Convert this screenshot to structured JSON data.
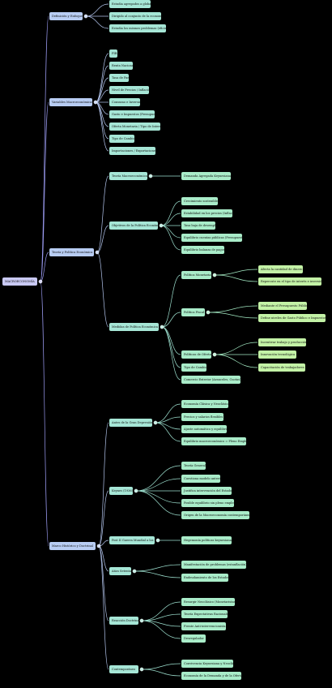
{
  "root": {
    "label": "MACROECONOMÍA",
    "children": [
      {
        "label": "Definición y Enfoque",
        "children": [
          {
            "label": "Estudia agregados a global"
          },
          {
            "label": "Dirigido al conjunto de la economía"
          },
          {
            "label": "Estudia los mismos problemas (eficiencia)"
          }
        ]
      },
      {
        "label": "Variables Macroeconómicas",
        "children": [
          {
            "label": "PIB"
          },
          {
            "label": "Renta Nacional"
          },
          {
            "label": "Tasa de Paro"
          },
          {
            "label": "Nivel de Precios / Inflación"
          },
          {
            "label": "Consumo e Inversión"
          },
          {
            "label": "Gasto e Impuestos (Presupuesto)"
          },
          {
            "label": "Oferta Monetaria / Tipo de Interés"
          },
          {
            "label": "Tipo de Cambio"
          },
          {
            "label": "Importaciones / Exportaciones"
          }
        ]
      },
      {
        "label": "Teoría y Política Económica",
        "children": [
          {
            "label": "Teoría Macroeconómica",
            "children": [
              {
                "label": "Demanda Agregada Keynesiana"
              }
            ]
          },
          {
            "label": "Objetivos de la Política Económica",
            "children": [
              {
                "label": "Crecimiento sostenible"
              },
              {
                "label": "Estabilidad en los precios (Inflación)"
              },
              {
                "label": "Tasa baja de desempleo"
              },
              {
                "label": "Equilibrio cuentas públicas (Presupuesto)"
              },
              {
                "label": "Equilibrio balanza de pagos"
              }
            ]
          },
          {
            "label": "Medidas de Política Económica",
            "children": [
              {
                "label": "Política Monetaria",
                "children": [
                  {
                    "label": "Afecta la cantidad de dinero"
                  },
                  {
                    "label": "Repercute en el tipo de interés e inversión"
                  }
                ]
              },
              {
                "label": "Política Fiscal",
                "children": [
                  {
                    "label": "Mediante el Presupuesto Público"
                  },
                  {
                    "label": "Define niveles de Gasto Público e Impuestos"
                  }
                ]
              },
              {
                "label": "Políticas de Oferta",
                "children": [
                  {
                    "label": "Incentivar trabajo y producción"
                  },
                  {
                    "label": "Innovación tecnológica"
                  },
                  {
                    "label": "Capacitación de trabajadores"
                  }
                ]
              },
              {
                "label": "Tipo de Cambio"
              },
              {
                "label": "Comercio Exterior (Aranceles, Cuotas)"
              }
            ]
          }
        ]
      },
      {
        "label": "Marco Histórico y Doctrinal",
        "children": [
          {
            "label": "Antes de la Gran Depresión",
            "children": [
              {
                "label": "Economía Clásica y Neoclásica"
              },
              {
                "label": "Precios y salarios flexibles"
              },
              {
                "label": "Ajuste automático y equilibrio"
              },
              {
                "label": "Equilibrio macroeconómico = Pleno Empleo"
              }
            ]
          },
          {
            "label": "Keynes (1936)",
            "children": [
              {
                "label": "Teoría General"
              },
              {
                "label": "Cuestiona modelo anterior"
              },
              {
                "label": "Justifica intervención del Estado"
              },
              {
                "label": "Posible equilibrio sin pleno empleo"
              },
              {
                "label": "Origen de la Macroeconomía contemporánea"
              }
            ]
          },
          {
            "label": "Post II Guerra Mundial a los 70s",
            "children": [
              {
                "label": "Hegemonía políticas keynesianas"
              }
            ]
          },
          {
            "label": "Años Setenta",
            "children": [
              {
                "label": "Manifestación de problemas (estanflación)"
              },
              {
                "label": "Endeudamiento de los Estados"
              }
            ]
          },
          {
            "label": "Reacción Doctrinal",
            "children": [
              {
                "label": "Resurgir Neoclásico (Monetaristas)"
              },
              {
                "label": "Teoría Expectativas Racionales"
              },
              {
                "label": "Frente Anti-intervencionista"
              },
              {
                "label": "Desregulador"
              }
            ]
          },
          {
            "label": "Contemporáneo",
            "children": [
              {
                "label": "Convivencia Keynesiana y Neoclásica"
              },
              {
                "label": "Economía de la Demanda y de la Oferta"
              }
            ]
          }
        ]
      }
    ]
  }
}
